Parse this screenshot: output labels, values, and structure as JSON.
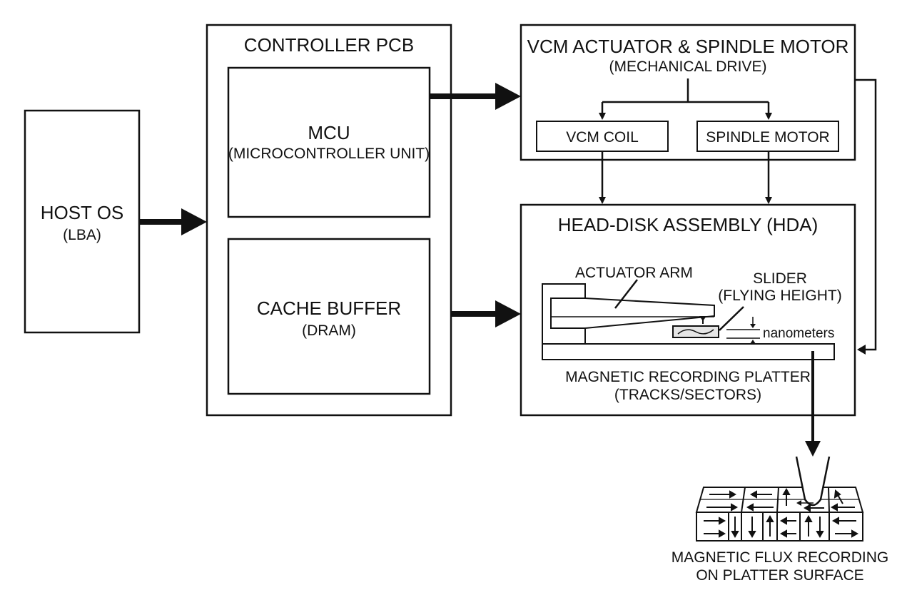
{
  "host": {
    "title": "HOST OS",
    "subtitle": "(LBA)"
  },
  "controller": {
    "title": "CONTROLLER PCB",
    "mcu_title": "MCU",
    "mcu_subtitle": "(MICROCONTROLLER UNIT)",
    "cache_title": "CACHE BUFFER",
    "cache_subtitle": "(DRAM)"
  },
  "mechanical": {
    "title": "VCM ACTUATOR & SPINDLE MOTOR",
    "subtitle": "(MECHANICAL DRIVE)",
    "vcm_coil": "VCM COIL",
    "spindle_motor": "SPINDLE MOTOR"
  },
  "hda": {
    "title": "HEAD-DISK ASSEMBLY (HDA)",
    "actuator_arm": "ACTUATOR ARM",
    "slider": "SLIDER",
    "flying_height": "(FLYING HEIGHT)",
    "nanometers": "nanometers",
    "platter_title": "MAGNETIC RECORDING PLATTER",
    "platter_subtitle": "(TRACKS/SECTORS)"
  },
  "flux": {
    "line1": "MAGNETIC FLUX RECORDING",
    "line2": "ON PLATTER SURFACE"
  }
}
